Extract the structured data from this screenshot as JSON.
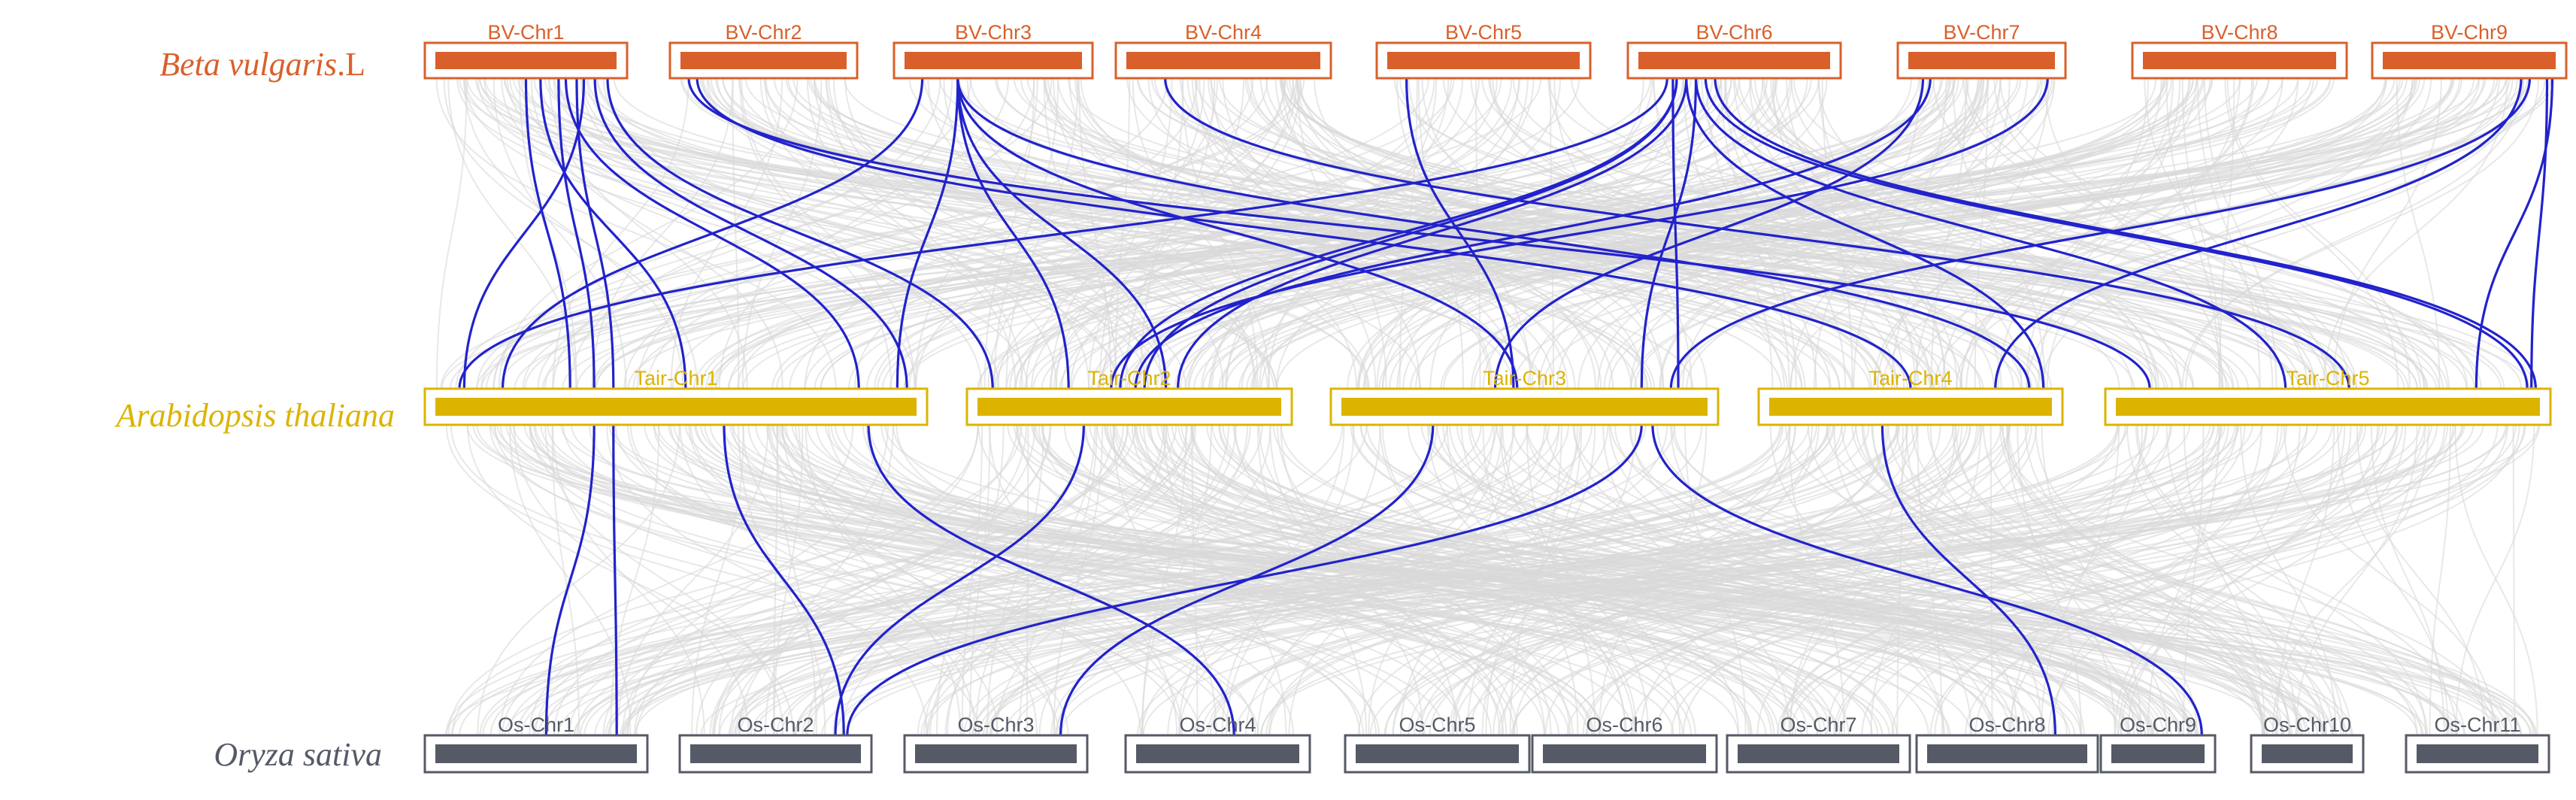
{
  "colors": {
    "beta": "#d9602b",
    "arabidopsis": "#dcb400",
    "oryza": "#555a66",
    "highlight": "#2222cc",
    "background_link": "#d9d9d9"
  },
  "species": [
    {
      "key": "beta",
      "name": "Beta vulgaris",
      "suffix": ".L"
    },
    {
      "key": "arabidopsis",
      "name": "Arabidopsis thaliana",
      "suffix": ""
    },
    {
      "key": "oryza",
      "name": "Oryza sativa",
      "suffix": ""
    }
  ],
  "chromosomes": {
    "beta": [
      "BV-Chr1",
      "BV-Chr2",
      "BV-Chr3",
      "BV-Chr4",
      "BV-Chr5",
      "BV-Chr6",
      "BV-Chr7",
      "BV-Chr8",
      "BV-Chr9"
    ],
    "arabidopsis": [
      "Tair-Chr1",
      "Tair-Chr2",
      "Tair-Chr3",
      "Tair-Chr4",
      "Tair-Chr5"
    ],
    "oryza": [
      "Os-Chr1",
      "Os-Chr2",
      "Os-Chr3",
      "Os-Chr4",
      "Os-Chr5",
      "Os-Chr6",
      "Os-Chr7",
      "Os-Chr8",
      "Os-Chr9",
      "Os-Chr10",
      "Os-Chr11"
    ]
  },
  "highlighted_links": [
    {
      "from": [
        "beta",
        0,
        0.5
      ],
      "to": [
        "arabidopsis",
        0,
        0.28
      ]
    },
    {
      "from": [
        "beta",
        0,
        0.68
      ],
      "to": [
        "arabidopsis",
        0,
        0.33
      ]
    },
    {
      "from": [
        "beta",
        0,
        0.78
      ],
      "to": [
        "arabidopsis",
        0,
        0.37
      ]
    },
    {
      "from": [
        "beta",
        0,
        0.58
      ],
      "to": [
        "arabidopsis",
        0,
        0.52
      ]
    },
    {
      "from": [
        "beta",
        0,
        0.72
      ],
      "to": [
        "arabidopsis",
        0,
        0.88
      ]
    },
    {
      "from": [
        "beta",
        0,
        0.88
      ],
      "to": [
        "arabidopsis",
        0,
        0.98
      ]
    },
    {
      "from": [
        "beta",
        0,
        0.82
      ],
      "to": [
        "arabidopsis",
        0,
        0.06
      ]
    },
    {
      "from": [
        "beta",
        2,
        0.1
      ],
      "to": [
        "arabidopsis",
        0,
        0.14
      ]
    },
    {
      "from": [
        "beta",
        2,
        0.3
      ],
      "to": [
        "arabidopsis",
        0,
        0.96
      ]
    },
    {
      "from": [
        "beta",
        2,
        0.3
      ],
      "to": [
        "arabidopsis",
        1,
        0.3
      ]
    },
    {
      "from": [
        "beta",
        2,
        0.3
      ],
      "to": [
        "arabidopsis",
        1,
        0.62
      ]
    },
    {
      "from": [
        "beta",
        2,
        0.3
      ],
      "to": [
        "arabidopsis",
        3,
        0.92
      ]
    },
    {
      "from": [
        "beta",
        2,
        0.3
      ],
      "to": [
        "arabidopsis",
        2,
        0.48
      ]
    },
    {
      "from": [
        "beta",
        0,
        0.95
      ],
      "to": [
        "arabidopsis",
        1,
        0.05
      ]
    },
    {
      "from": [
        "beta",
        1,
        0.1
      ],
      "to": [
        "arabidopsis",
        3,
        0.5
      ]
    },
    {
      "from": [
        "beta",
        1,
        0.05
      ],
      "to": [
        "arabidopsis",
        4,
        0.08
      ]
    },
    {
      "from": [
        "beta",
        3,
        0.2
      ],
      "to": [
        "arabidopsis",
        4,
        0.55
      ]
    },
    {
      "from": [
        "beta",
        4,
        0.1
      ],
      "to": [
        "arabidopsis",
        2,
        0.47
      ]
    },
    {
      "from": [
        "beta",
        5,
        0.15
      ],
      "to": [
        "arabidopsis",
        0,
        0.05
      ]
    },
    {
      "from": [
        "beta",
        5,
        0.2
      ],
      "to": [
        "arabidopsis",
        1,
        0.55
      ]
    },
    {
      "from": [
        "beta",
        5,
        0.25
      ],
      "to": [
        "arabidopsis",
        1,
        0.66
      ]
    },
    {
      "from": [
        "beta",
        5,
        0.2
      ],
      "to": [
        "arabidopsis",
        1,
        0.47
      ]
    },
    {
      "from": [
        "beta",
        5,
        0.3
      ],
      "to": [
        "arabidopsis",
        2,
        0.82
      ]
    },
    {
      "from": [
        "beta",
        5,
        0.18
      ],
      "to": [
        "arabidopsis",
        2,
        0.92
      ]
    },
    {
      "from": [
        "beta",
        5,
        0.25
      ],
      "to": [
        "arabidopsis",
        3,
        0.97
      ]
    },
    {
      "from": [
        "beta",
        5,
        0.3
      ],
      "to": [
        "arabidopsis",
        4,
        0.4
      ]
    },
    {
      "from": [
        "beta",
        5,
        0.35
      ],
      "to": [
        "arabidopsis",
        4,
        0.97
      ]
    },
    {
      "from": [
        "beta",
        5,
        0.4
      ],
      "to": [
        "arabidopsis",
        4,
        0.99
      ]
    },
    {
      "from": [
        "beta",
        6,
        0.1
      ],
      "to": [
        "arabidopsis",
        2,
        0.42
      ]
    },
    {
      "from": [
        "beta",
        6,
        0.15
      ],
      "to": [
        "arabidopsis",
        1,
        0.52
      ]
    },
    {
      "from": [
        "beta",
        6,
        0.95
      ],
      "to": [
        "arabidopsis",
        1,
        0.44
      ]
    },
    {
      "from": [
        "beta",
        8,
        0.8
      ],
      "to": [
        "arabidopsis",
        3,
        0.8
      ]
    },
    {
      "from": [
        "beta",
        8,
        0.85
      ],
      "to": [
        "arabidopsis",
        2,
        0.9
      ]
    },
    {
      "from": [
        "beta",
        8,
        0.95
      ],
      "to": [
        "arabidopsis",
        4,
        0.98
      ]
    },
    {
      "from": [
        "beta",
        8,
        0.98
      ],
      "to": [
        "arabidopsis",
        4,
        0.85
      ]
    },
    {
      "from": [
        "arabidopsis",
        0,
        0.33
      ],
      "to": [
        "oryza",
        0,
        0.55
      ]
    },
    {
      "from": [
        "arabidopsis",
        0,
        0.37
      ],
      "to": [
        "oryza",
        0,
        0.9
      ]
    },
    {
      "from": [
        "arabidopsis",
        0,
        0.6
      ],
      "to": [
        "oryza",
        1,
        0.9
      ]
    },
    {
      "from": [
        "arabidopsis",
        0,
        0.9
      ],
      "to": [
        "oryza",
        3,
        0.6
      ]
    },
    {
      "from": [
        "arabidopsis",
        1,
        0.35
      ],
      "to": [
        "oryza",
        1,
        0.85
      ]
    },
    {
      "from": [
        "arabidopsis",
        2,
        0.25
      ],
      "to": [
        "oryza",
        2,
        0.9
      ]
    },
    {
      "from": [
        "arabidopsis",
        2,
        0.82
      ],
      "to": [
        "oryza",
        1,
        0.92
      ]
    },
    {
      "from": [
        "arabidopsis",
        2,
        0.85
      ],
      "to": [
        "oryza",
        8,
        0.97
      ]
    },
    {
      "from": [
        "arabidopsis",
        3,
        0.4
      ],
      "to": [
        "oryza",
        7,
        0.8
      ]
    }
  ]
}
